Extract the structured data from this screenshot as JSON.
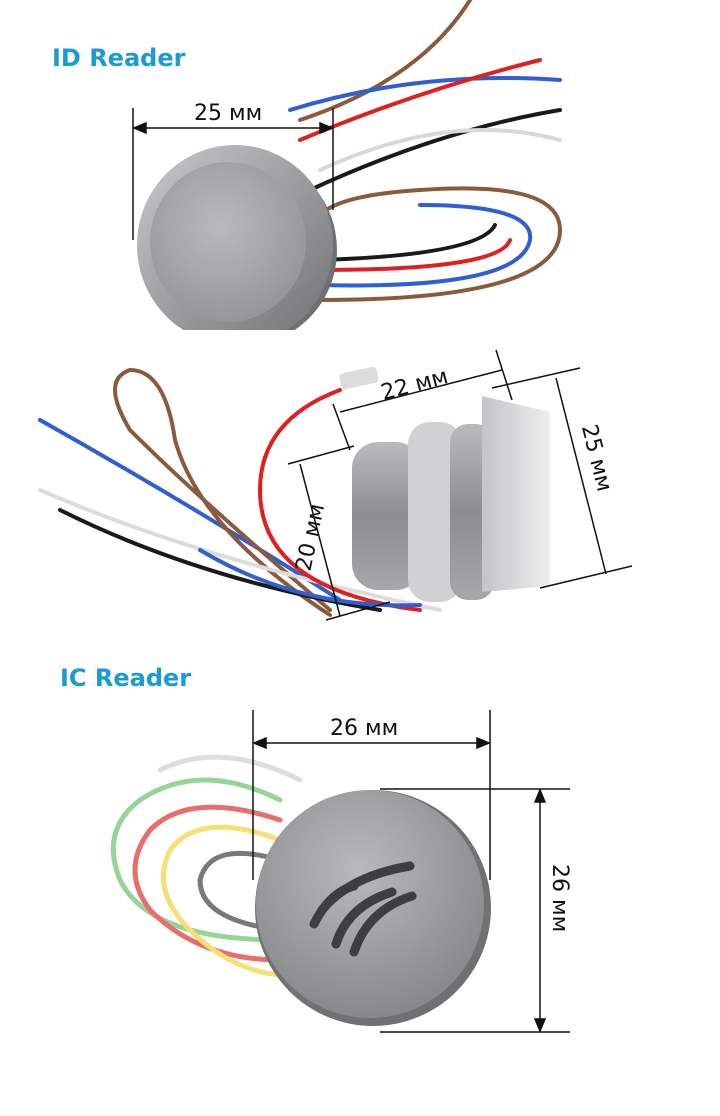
{
  "colors": {
    "title_blue": "#1a9ad6",
    "metal": "#a9abad",
    "metal_dark": "#7c7e80",
    "wire_red": "#e02020",
    "wire_blue": "#2f5fd0",
    "wire_brown": "#8b5a3c",
    "wire_black": "#1a1a1a",
    "wire_white": "#e8e8e8",
    "wire_green": "#5fbf5f",
    "wire_yellow": "#f0d030"
  },
  "id_reader": {
    "title": "ID Reader",
    "front_diameter": "25 мм",
    "side_length": "22 мм",
    "side_thread_diameter": "20 мм",
    "side_head_diameter": "25 мм"
  },
  "ic_reader": {
    "title": "IC Reader",
    "width": "26 мм",
    "height": "26 мм",
    "face_icon": "rfid-wave-icon"
  }
}
